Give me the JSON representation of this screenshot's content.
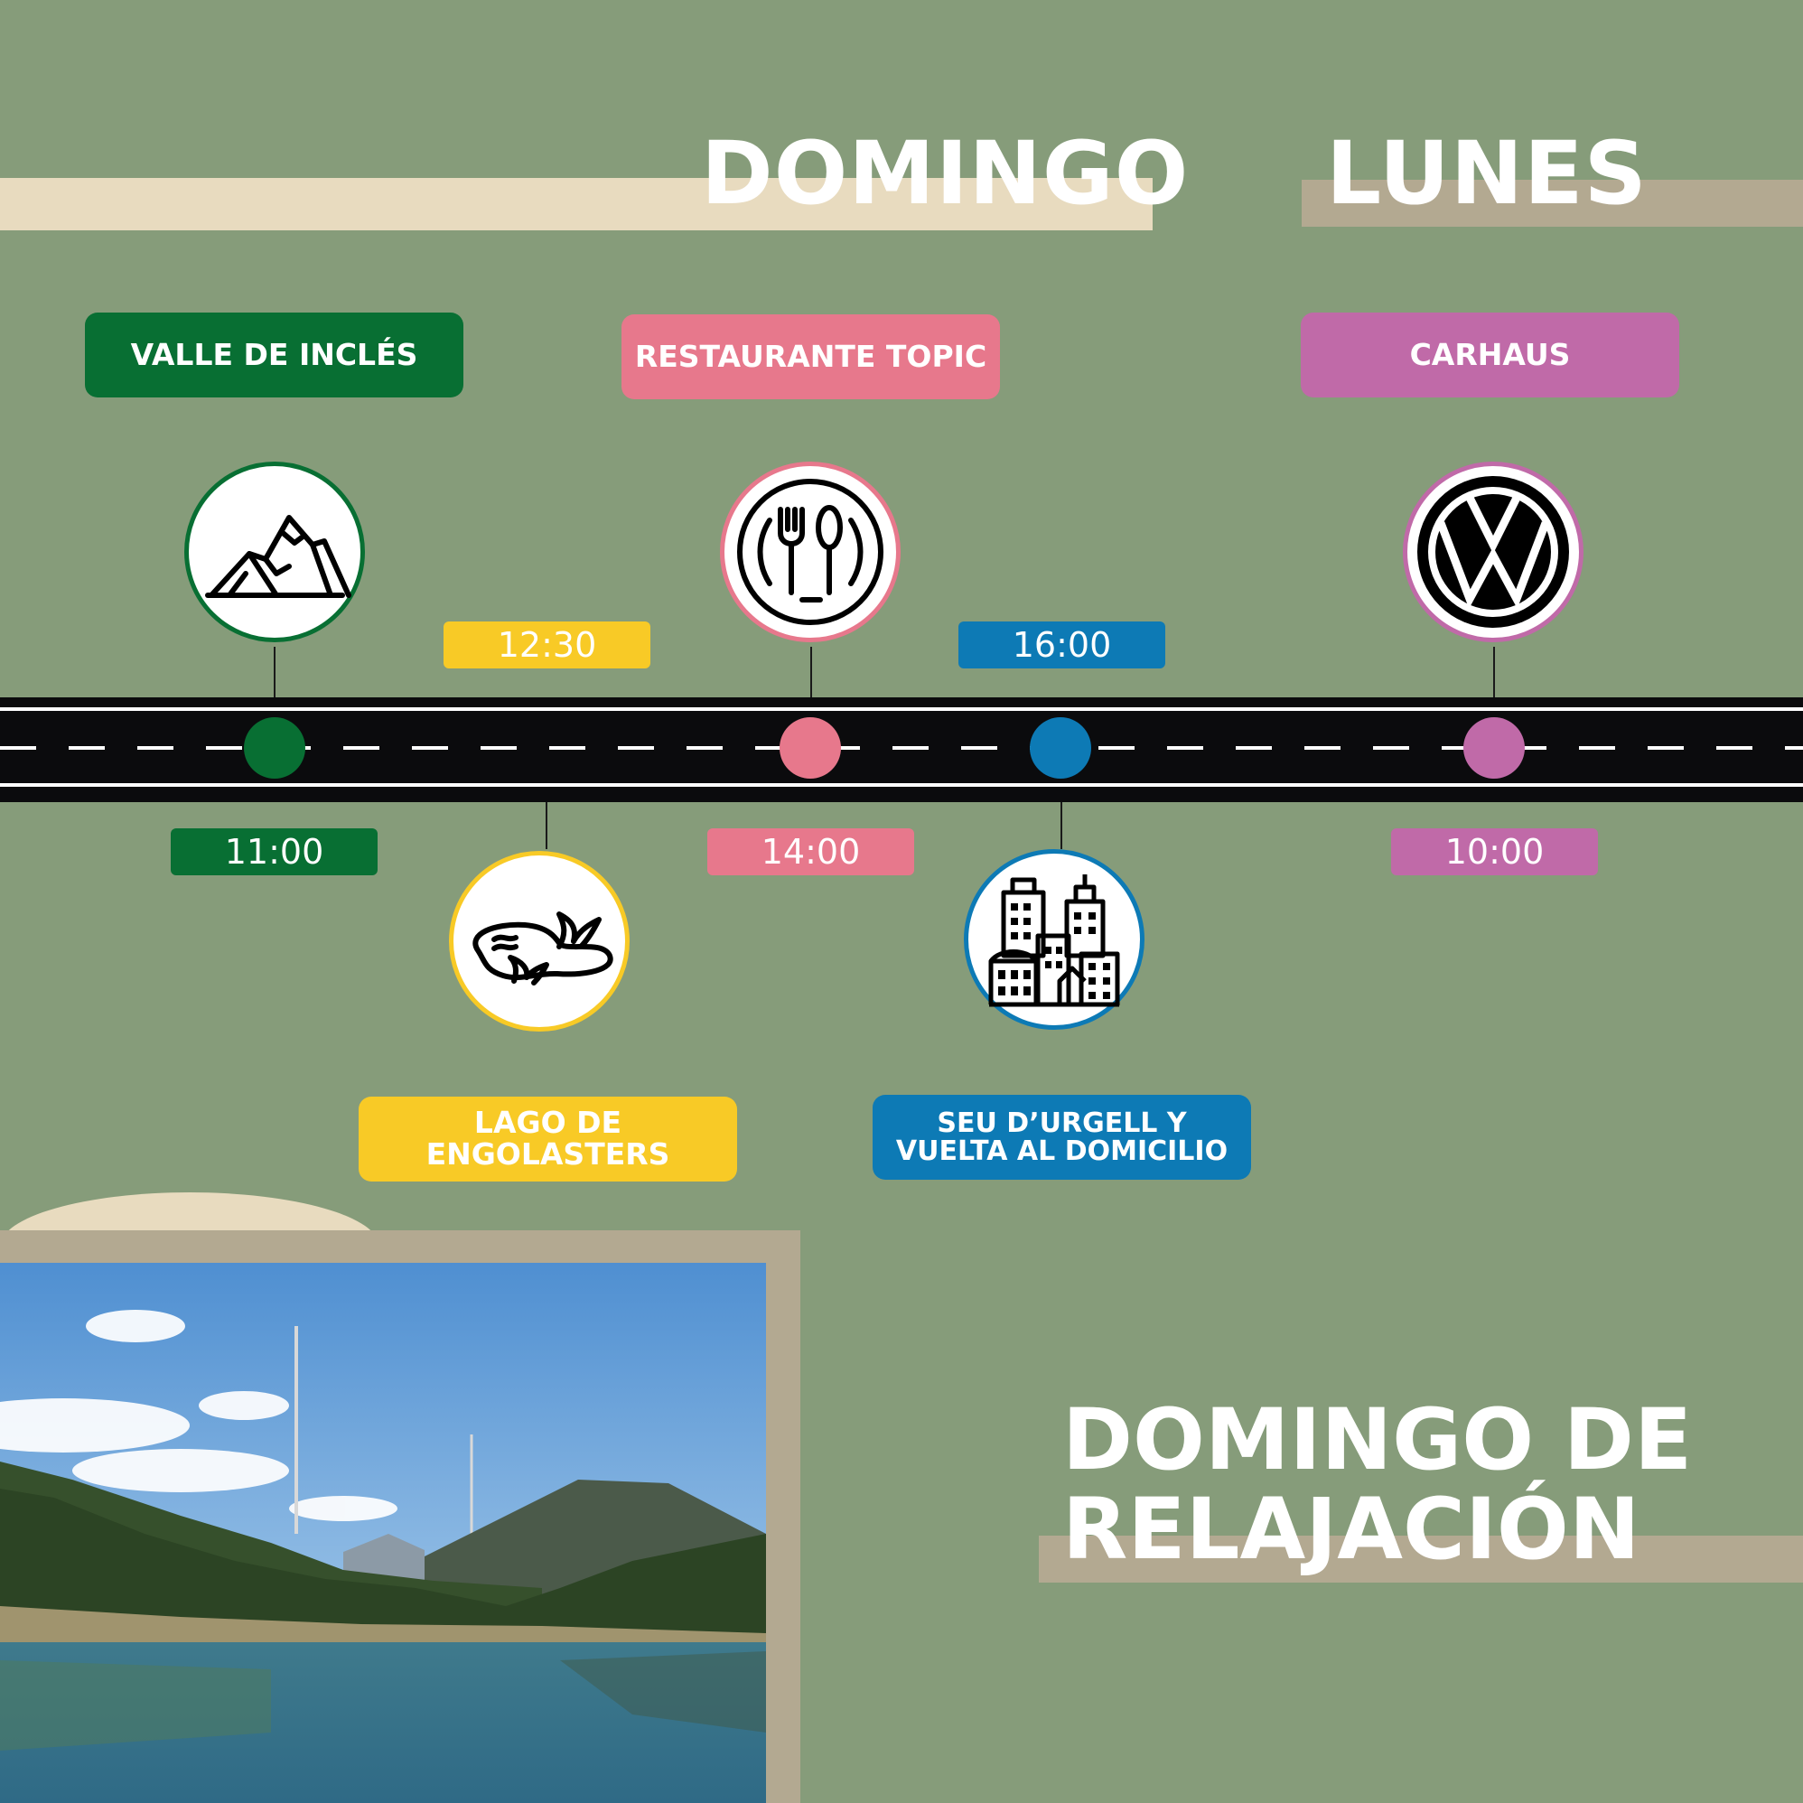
{
  "days": {
    "sunday": "DOMINGO",
    "monday": "LUNES"
  },
  "colors": {
    "background": "#869c7a",
    "green": "#086f33",
    "yellow": "#f8ca26",
    "pink": "#e7788c",
    "blue": "#0d7ab5",
    "purple": "#c06aa8",
    "cream": "#e8dbbf",
    "taupe": "#b3a991",
    "road": "#0b0b0d"
  },
  "stops": [
    {
      "place": "VALLE DE INCLÉS",
      "time": "11:00",
      "icon": "mountain-icon",
      "color": "green"
    },
    {
      "place": "LAGO DE ENGOLASTERS",
      "time": "12:30",
      "icon": "lake-icon",
      "color": "yellow"
    },
    {
      "place": "RESTAURANTE TOPIC",
      "time": "14:00",
      "icon": "restaurant-icon",
      "color": "pink"
    },
    {
      "place": "SEU D’URGELL Y",
      "place_line2": "VUELTA AL DOMICILIO",
      "time": "16:00",
      "icon": "city-icon",
      "color": "blue"
    },
    {
      "place": "CARHAUS",
      "time": "10:00",
      "icon": "volkswagen-logo-icon",
      "color": "purple"
    }
  ],
  "footer": {
    "title_line1": "DOMINGO DE",
    "title_line2": "RELAJACIÓN"
  }
}
